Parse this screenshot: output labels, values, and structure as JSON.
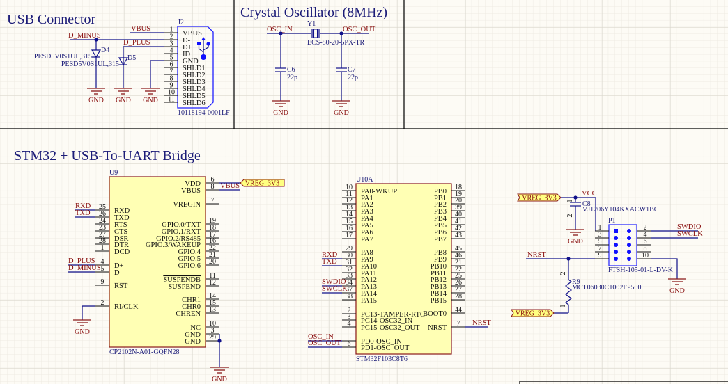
{
  "sections": {
    "usb": "USB Connector",
    "crystal": "Crystal Oscillator (8MHz)",
    "stm32": "STM32 + USB-To-UART Bridge"
  },
  "gnd_label": "GND",
  "ports": {
    "vreg": "VREG_3V3"
  },
  "nets": {
    "vbus": "VBUS",
    "d_minus": "D_MINUS",
    "d_plus": "D_PLUS",
    "osc_in": "OSC_IN",
    "osc_out": "OSC_OUT",
    "rxd": "RXD",
    "txd": "TXD",
    "swdio": "SWDIO",
    "swclk": "SWCLK",
    "nrst": "NRST",
    "vcc": "VCC"
  },
  "j2": {
    "ref": "J2",
    "part": "10118194-0001LF",
    "icon": "usb-icon",
    "pins": [
      {
        "n": "1",
        "name": "VBUS"
      },
      {
        "n": "2",
        "name": "D-"
      },
      {
        "n": "3",
        "name": "D+"
      },
      {
        "n": "4",
        "name": "ID"
      },
      {
        "n": "5",
        "name": "GND"
      },
      {
        "n": "6",
        "name": "SHLD1"
      },
      {
        "n": "7",
        "name": "SHLD2"
      },
      {
        "n": "8",
        "name": "SHLD3"
      },
      {
        "n": "9",
        "name": "SHLD4"
      },
      {
        "n": "10",
        "name": "SHLD5"
      },
      {
        "n": "11",
        "name": "SHLD6"
      }
    ]
  },
  "d4": {
    "ref": "D4",
    "part": "PESD5V0S1UL,315"
  },
  "d5": {
    "ref": "D5",
    "part": "PESD5V0S1UL,315"
  },
  "y1": {
    "ref": "Y1",
    "part": "ECS-80-20-5PX-TR"
  },
  "c6": {
    "ref": "C6",
    "value": "22p"
  },
  "c7": {
    "ref": "C7",
    "value": "22p"
  },
  "u9": {
    "ref": "U9",
    "part": "CP2102N-A01-GQFN28",
    "left_pins": [
      {
        "n": "25",
        "name": "RXD"
      },
      {
        "n": "26",
        "name": "TXD"
      },
      {
        "n": "24",
        "name": "RTS"
      },
      {
        "n": "23",
        "name": "CTS"
      },
      {
        "n": "27",
        "name": "DSR"
      },
      {
        "n": "28",
        "name": "DTR"
      },
      {
        "n": "1",
        "name": "DCD"
      },
      {
        "n": "4",
        "name": "D+"
      },
      {
        "n": "5",
        "name": "D-"
      },
      {
        "n": "9",
        "name": "RST",
        "overline": true
      },
      {
        "n": "2",
        "name": "RI/CLK"
      }
    ],
    "right_pins": [
      {
        "n": "6",
        "name": "VDD"
      },
      {
        "n": "8",
        "name": "VBUS"
      },
      {
        "n": "7",
        "name": "VREGIN"
      },
      {
        "n": "19",
        "name": "GPIO.0/TXT"
      },
      {
        "n": "18",
        "name": "GPIO.1/RXT"
      },
      {
        "n": "17",
        "name": "GPIO.2/RS485"
      },
      {
        "n": "16",
        "name": "GPIO.3/WAKEUP"
      },
      {
        "n": "22",
        "name": "GPIO.4"
      },
      {
        "n": "21",
        "name": "GPIO.5"
      },
      {
        "n": "20",
        "name": "GPIO.6"
      },
      {
        "n": "11",
        "name": "SUSPENDB",
        "overline": true
      },
      {
        "n": "12",
        "name": "SUSPEND"
      },
      {
        "n": "14",
        "name": "CHR1"
      },
      {
        "n": "15",
        "name": "CHR0"
      },
      {
        "n": "13",
        "name": "CHREN"
      },
      {
        "n": "10",
        "name": "NC"
      },
      {
        "n": "3",
        "name": "GND"
      },
      {
        "n": "29",
        "name": "GND"
      }
    ]
  },
  "u10a": {
    "ref": "U10A",
    "part": "STM32F103C8T6",
    "left_pins": [
      {
        "n": "10",
        "name": "PA0-WKUP"
      },
      {
        "n": "11",
        "name": "PA1"
      },
      {
        "n": "12",
        "name": "PA2"
      },
      {
        "n": "13",
        "name": "PA3"
      },
      {
        "n": "14",
        "name": "PA4"
      },
      {
        "n": "15",
        "name": "PA5"
      },
      {
        "n": "16",
        "name": "PA6"
      },
      {
        "n": "17",
        "name": "PA7"
      },
      {
        "n": "29",
        "name": "PA8"
      },
      {
        "n": "30",
        "name": "PA9"
      },
      {
        "n": "31",
        "name": "PA10"
      },
      {
        "n": "32",
        "name": "PA11"
      },
      {
        "n": "33",
        "name": "PA12"
      },
      {
        "n": "34",
        "name": "PA13"
      },
      {
        "n": "37",
        "name": "PA14"
      },
      {
        "n": "38",
        "name": "PA15"
      },
      {
        "n": "2",
        "name": "PC13-TAMPER-RTC"
      },
      {
        "n": "3",
        "name": "PC14-OSC32_IN"
      },
      {
        "n": "4",
        "name": "PC15-OSC32_OUT"
      },
      {
        "n": "5",
        "name": "PD0-OSC_IN"
      },
      {
        "n": "6",
        "name": "PD1-OSC_OUT"
      }
    ],
    "right_pins": [
      {
        "n": "18",
        "name": "PB0"
      },
      {
        "n": "19",
        "name": "PB1"
      },
      {
        "n": "20",
        "name": "PB2"
      },
      {
        "n": "39",
        "name": "PB3"
      },
      {
        "n": "40",
        "name": "PB4"
      },
      {
        "n": "41",
        "name": "PB5"
      },
      {
        "n": "42",
        "name": "PB6"
      },
      {
        "n": "43",
        "name": "PB7"
      },
      {
        "n": "45",
        "name": "PB8"
      },
      {
        "n": "46",
        "name": "PB9"
      },
      {
        "n": "21",
        "name": "PB10"
      },
      {
        "n": "22",
        "name": "PB11"
      },
      {
        "n": "25",
        "name": "PB12"
      },
      {
        "n": "26",
        "name": "PB13"
      },
      {
        "n": "27",
        "name": "PB14"
      },
      {
        "n": "28",
        "name": "PB15"
      },
      {
        "n": "44",
        "name": "BOOT0"
      },
      {
        "n": "7",
        "name": "NRST"
      }
    ]
  },
  "c8": {
    "ref": "C8",
    "part": "VJ1206Y104KXACW1BC",
    "pin_numbers": [
      "1",
      "2"
    ]
  },
  "p1": {
    "ref": "P1",
    "part": "FTSH-105-01-L-DV-K",
    "left_pins": [
      "1",
      "3",
      "5",
      "7",
      "9"
    ],
    "right_pins": [
      "2",
      "4",
      "6",
      "8",
      "10"
    ]
  },
  "r9": {
    "ref": "R9",
    "part": "MCT06030C1002FP500",
    "pin_numbers": [
      "2",
      "1"
    ]
  },
  "colors": {
    "wire": "#10108a",
    "net_label": "#8a1010",
    "component_body": "#ffffb4",
    "component_border": "#8b1a1a",
    "port_fill": "#ffff80",
    "background": "#fdfbf5"
  }
}
